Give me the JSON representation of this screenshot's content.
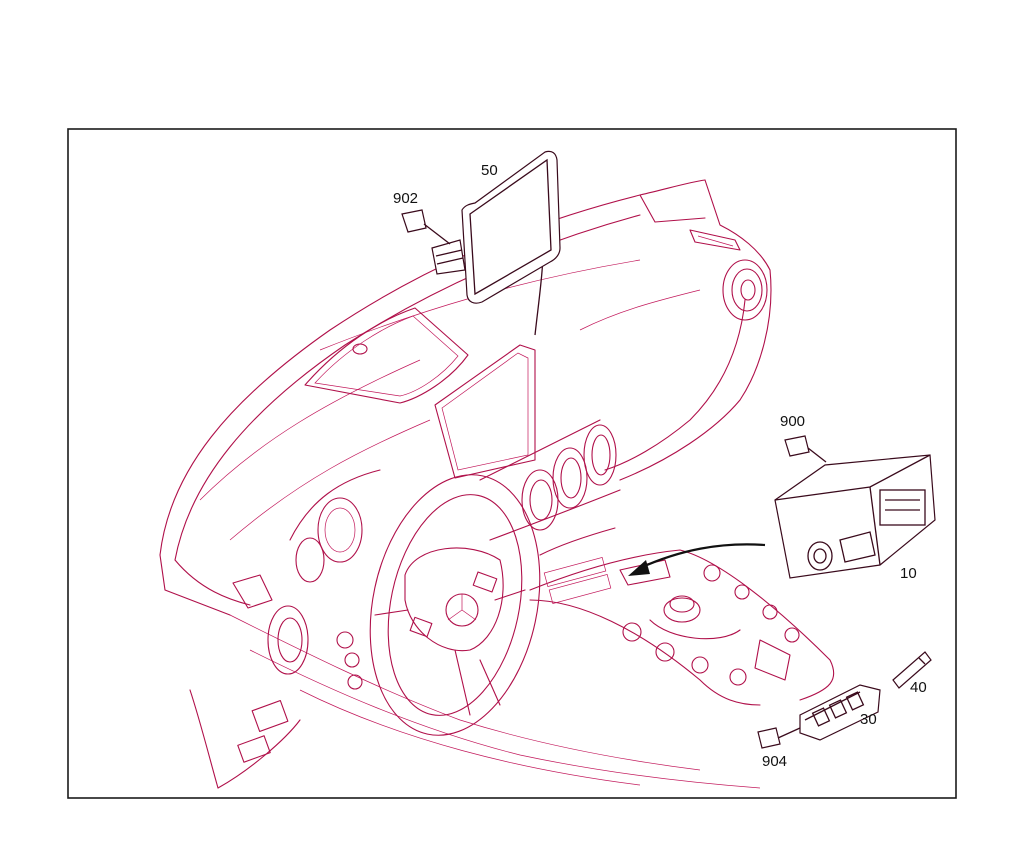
{
  "diagram": {
    "callouts": [
      {
        "id": "50",
        "label": "50"
      },
      {
        "id": "902",
        "label": "902"
      },
      {
        "id": "900",
        "label": "900"
      },
      {
        "id": "10",
        "label": "10"
      },
      {
        "id": "40",
        "label": "40"
      },
      {
        "id": "30",
        "label": "30"
      },
      {
        "id": "904",
        "label": "904"
      }
    ]
  },
  "colors": {
    "line": "#b0104a",
    "frame": "#1a1a1a",
    "text": "#111111"
  }
}
